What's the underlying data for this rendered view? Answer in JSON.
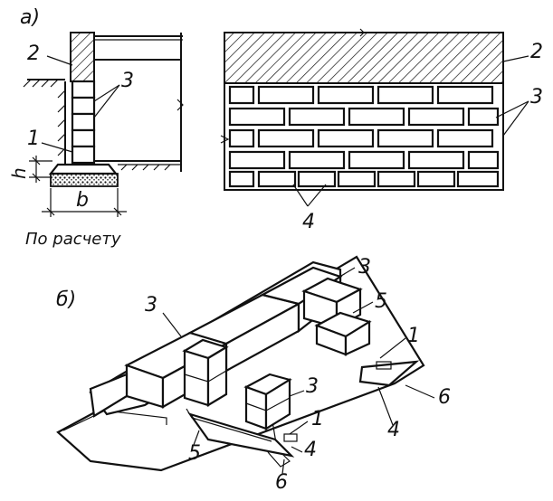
{
  "figure": {
    "panel_a": {
      "label": "а)",
      "section_labels": {
        "l1": "1",
        "l2": "2",
        "l3": "3",
        "h": "h",
        "b": "b"
      },
      "caption": "По расчету"
    },
    "panel_a_elevation": {
      "labels": {
        "l2": "2",
        "l3": "3",
        "l4": "4"
      }
    },
    "panel_b": {
      "label": "б)",
      "labels": {
        "l3_top": "3",
        "l5_top": "5",
        "l3_left": "3",
        "l1_right": "1",
        "l6_right": "6",
        "l4_right": "4",
        "l3_mid": "3",
        "l1_mid": "1",
        "l4_mid": "4",
        "l5_bottom": "5",
        "l6_bottom": "6"
      }
    }
  }
}
